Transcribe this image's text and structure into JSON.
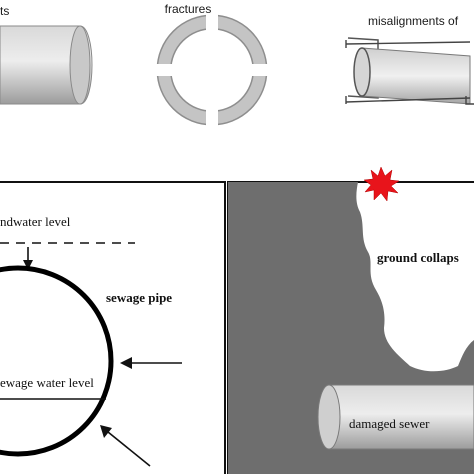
{
  "top_row": {
    "cracks_label_fragment": "ts",
    "fractures_label": "fractures",
    "misalignments_label": "misalignments of"
  },
  "left_panel": {
    "groundwater_label": "ndwater level",
    "sewage_pipe_label": "sewage pipe",
    "sewage_water_label": "ewage water level"
  },
  "right_panel": {
    "ground_collapse_label": "ground collaps",
    "damaged_sewer_label": "damaged sewer"
  },
  "colors": {
    "background": "#ffffff",
    "pipe_gray": "#c9c9c9",
    "ground_gray": "#6d6d6d",
    "explosion_red": "#e8141b",
    "ink": "#111111"
  }
}
